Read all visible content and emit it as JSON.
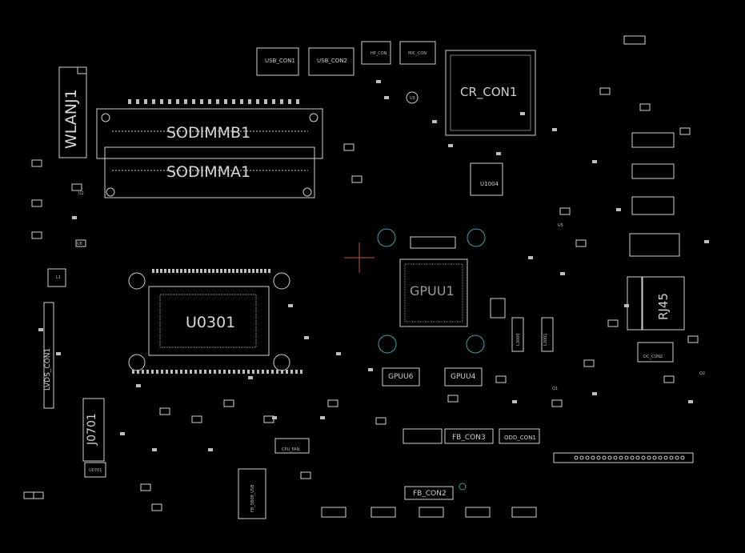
{
  "labels": {
    "wlan": "WLANJ1",
    "sodimm_b": "SODIMMB1",
    "sodimm_a": "SODIMMA1",
    "cpu": "U0301",
    "gpu": "GPUU1",
    "gpu_mem_6": "GPUU6",
    "gpu_mem_4": "GPUU4",
    "card_reader": "CR_CON1",
    "rj45": "RJ45",
    "lvds": "LVDS_CON1",
    "j0701": "J0701",
    "u1004": "U1004",
    "usb_con1": "USB_CON1",
    "usb_con2": "USB_CON2",
    "fb_con3": "FB_CON3",
    "fb_con2": "FB_CON2",
    "odd_con1": "ODD_CON1",
    "cpu_fan": "CPU_FAN",
    "fb_sb_usb": "FB_SB08_USB",
    "dc_con": "DC_CON2",
    "u0701": "U0701",
    "hp_con": "HP_CON",
    "mic_con": "MIC_CON",
    "l3000": "L3000",
    "l3001": "L3001",
    "l1": "L1",
    "small_labels": [
      "U3",
      "U5",
      "U8",
      "U2",
      "Q1",
      "Q2"
    ]
  },
  "colors": {
    "outline": "#cfcfcf",
    "pad": "#bdbdbd",
    "via": "#3aa3a8",
    "cursor": "#c0504d",
    "background": "#000000"
  }
}
